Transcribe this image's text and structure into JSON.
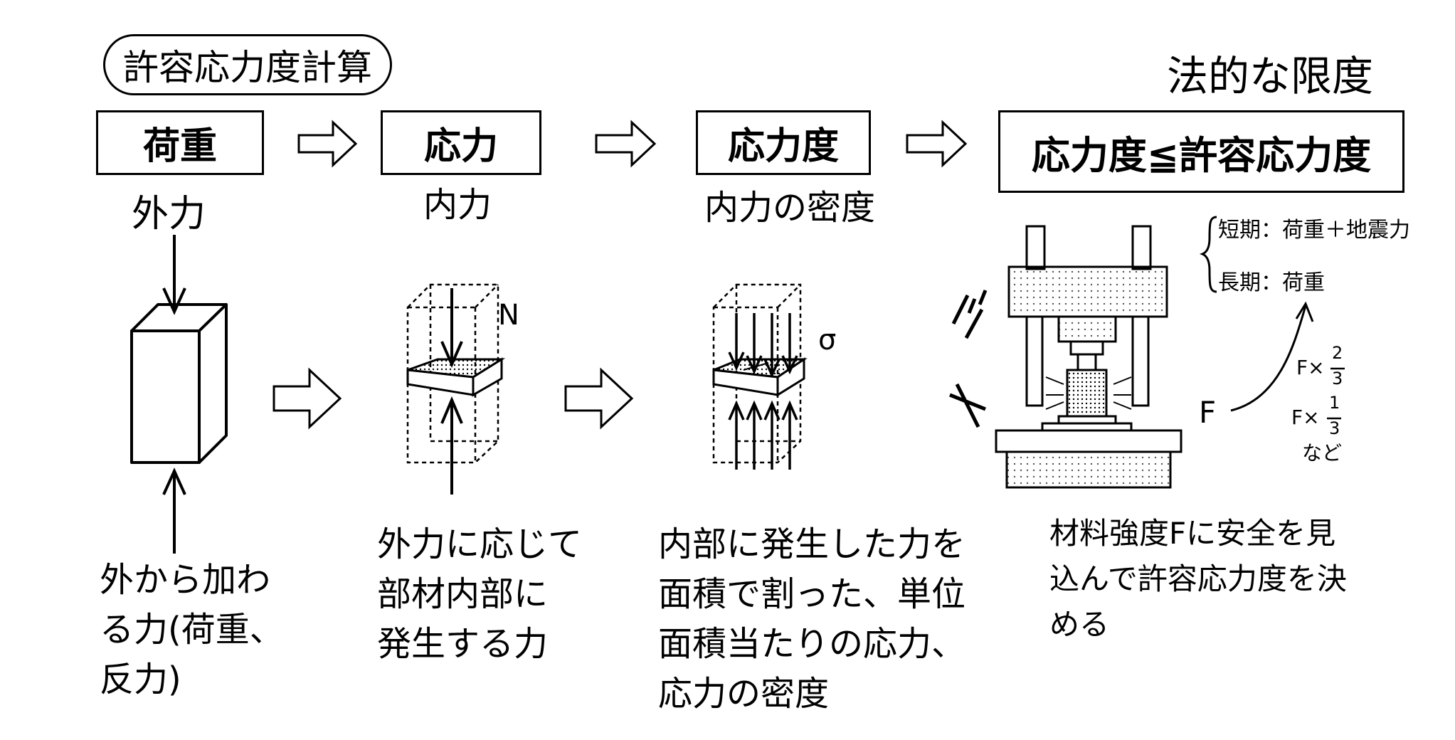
{
  "title": "許容応力度計算",
  "legal_limit_label": "法的な限度",
  "steps": [
    {
      "box": "荷重",
      "sub": "外力"
    },
    {
      "box": "応力",
      "sub": "内力"
    },
    {
      "box": "応力度",
      "sub": "内力の密度"
    },
    {
      "box": "応力度≦許容応力度"
    }
  ],
  "axial_label": "N",
  "sigma_label": "σ",
  "force_label": "F",
  "periods": {
    "short": "短期：荷重＋地震力",
    "long": "長期：荷重"
  },
  "factors": {
    "f1_base": "F×",
    "f1_num": "2",
    "f1_den": "3",
    "f2_base": "F×",
    "f2_num": "1",
    "f2_den": "3",
    "etc": "など"
  },
  "descriptions": {
    "d1": "外から加わ\nる力(荷重、\n反力)",
    "d2": "外力に応じて\n部材内部に\n発生する力",
    "d3": "内部に発生した力を\n面積で割った、単位\n面積当たりの応力、\n応力の密度",
    "d4": "材料強度Fに安全を見\n込んで許容応力度を決\nめる"
  }
}
